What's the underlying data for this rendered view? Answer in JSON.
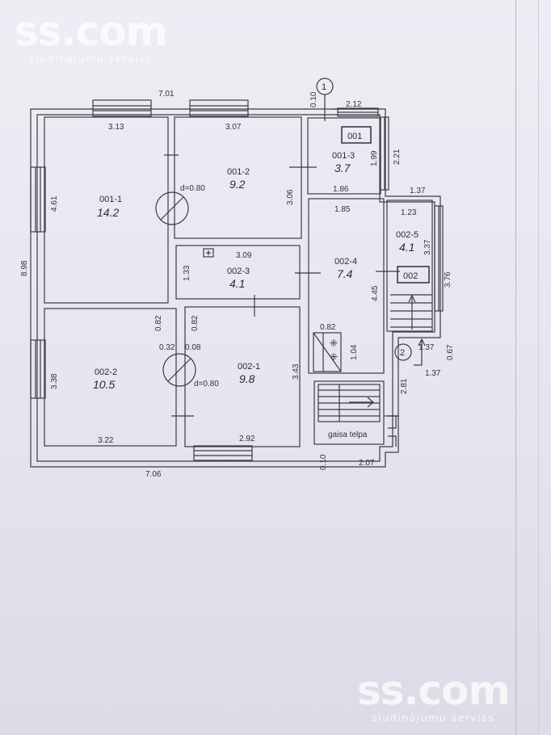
{
  "watermark": {
    "brand": "ss.com",
    "subtitle": "sludinājumu serviss"
  },
  "markers": {
    "marker_1": "1",
    "marker_2": "2"
  },
  "unit_tags": {
    "unit_001": "001",
    "unit_002": "002"
  },
  "rooms": {
    "r001_1": {
      "id": "001-1",
      "area": "14.2"
    },
    "r001_2": {
      "id": "001-2",
      "area": "9.2"
    },
    "r001_3": {
      "id": "001-3",
      "area": "3.7"
    },
    "r002_1": {
      "id": "002-1",
      "area": "9.8"
    },
    "r002_2": {
      "id": "002-2",
      "area": "10.5"
    },
    "r002_3": {
      "id": "002-3",
      "area": "4.1"
    },
    "r002_4": {
      "id": "002-4",
      "area": "7.4"
    },
    "r002_5": {
      "id": "002-5",
      "area": "4.1"
    }
  },
  "labels": {
    "gaisa_telpa": "gaisa telpa",
    "door_d1": "d=0.80",
    "door_d2": "d=0.80"
  },
  "dimensions": {
    "top_total": "7.01",
    "bottom_total": "7.06",
    "left_total": "8.98",
    "d_313": "3.13",
    "d_307": "3.07",
    "d_461": "4.61",
    "d_306": "3.06",
    "d_010_top": "0.10",
    "d_212": "2.12",
    "d_199": "1.99",
    "d_221": "2.21",
    "d_186": "1.86",
    "d_137_top": "1.37",
    "d_185": "1.85",
    "d_123": "1.23",
    "d_337": "3.37",
    "d_376": "3.76",
    "d_309": "3.09",
    "d_133": "1.33",
    "d_445": "4.45",
    "d_082_a": "0.82",
    "d_082_b": "0.82",
    "d_082_c": "0.82",
    "d_032": "0.32",
    "d_008": "0.08",
    "d_104": "1.04",
    "d_137_mid": "1.37",
    "d_067": "0.67",
    "d_137_bot": "1.37",
    "d_338": "3.38",
    "d_343": "3.43",
    "d_281": "2.81",
    "d_322": "3.22",
    "d_292": "2.92",
    "d_010_bot": "0.10",
    "d_207": "2.07"
  }
}
